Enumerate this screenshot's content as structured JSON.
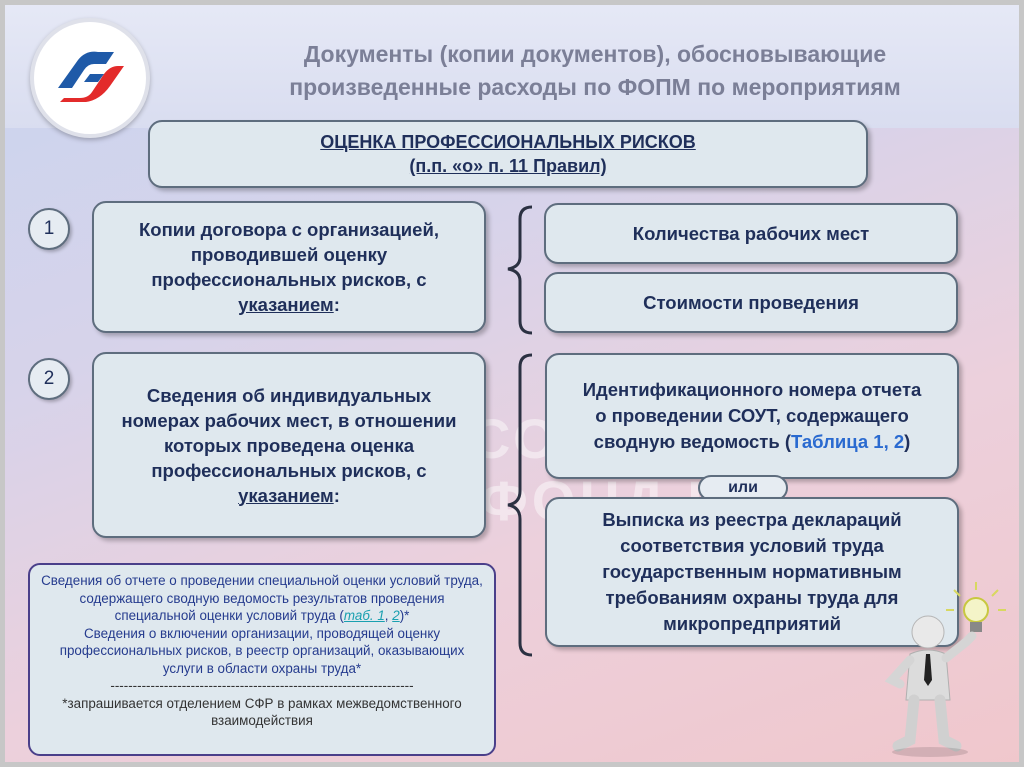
{
  "header": {
    "title_line1": "Документы (копии документов), обосновывающие",
    "title_line2": "произведенные расходы по ФОПМ по мероприятиям"
  },
  "logo": {
    "icon": "sfr-logo-icon",
    "colors": [
      "#1f5aa8",
      "#e32b2b"
    ]
  },
  "main_box": {
    "line1": "ОЦЕНКА ПРОФЕССИОНАЛЬНЫХ РИСКОВ",
    "line2": "(п.п. «о» п. 11 Правил)"
  },
  "item1": {
    "number": "1",
    "text_pre": "Копии договора с организацией, проводившей оценку профессиональных рисков, с ",
    "text_u": "указанием",
    "text_post": ":",
    "right1": "Количества рабочих мест",
    "right2": "Стоимости проведения"
  },
  "item2": {
    "number": "2",
    "text_pre": "Сведения об индивидуальных номерах рабочих мест, в отношении которых проведена оценка профессиональных рисков, с ",
    "text_u": "указанием",
    "text_post": ":",
    "right1_pre": "Идентификационного номера отчета о проведении СОУТ, содержащего сводную ведомость (",
    "right1_link": "Таблица 1, 2",
    "right1_post": ")",
    "or_label": "или",
    "right2": "Выписка из реестра деклараций соответствия условий труда государственным нормативным требованиям охраны труда для микропредприятий"
  },
  "note": {
    "p1_pre": "Сведения об отчете о проведении специальной оценки условий труда, содержащего сводную ведомость результатов проведения специальной оценки условий труда (",
    "p1_link1": "таб. 1",
    "p1_sep": ", ",
    "p1_link2": "2",
    "p1_post": ")*",
    "p2": "Сведения о включении организации, проводящей оценку профессиональных рисков, в реестр организаций, оказывающих услуги в области охраны труда*",
    "divider": "--------------------------------------------------------------------",
    "footnote": "*запрашивается отделением СФР в рамках межведомственного взаимодействия"
  },
  "decor": {
    "figure_icon": "person-with-lightbulb-icon"
  }
}
